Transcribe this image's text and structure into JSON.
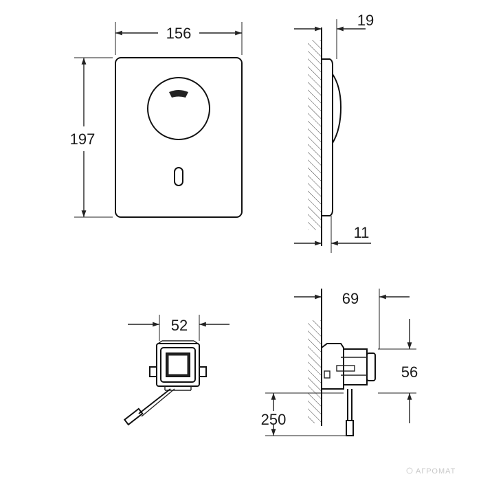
{
  "dimensions": {
    "front_width": "156",
    "front_height": "197",
    "side_depth_top": "19",
    "side_depth_bottom": "11",
    "module_width": "52",
    "box_depth": "69",
    "box_height": "56",
    "cable_length": "250"
  },
  "watermark": "АГРОМАТ",
  "colors": {
    "line": "#222222",
    "background": "#ffffff"
  }
}
